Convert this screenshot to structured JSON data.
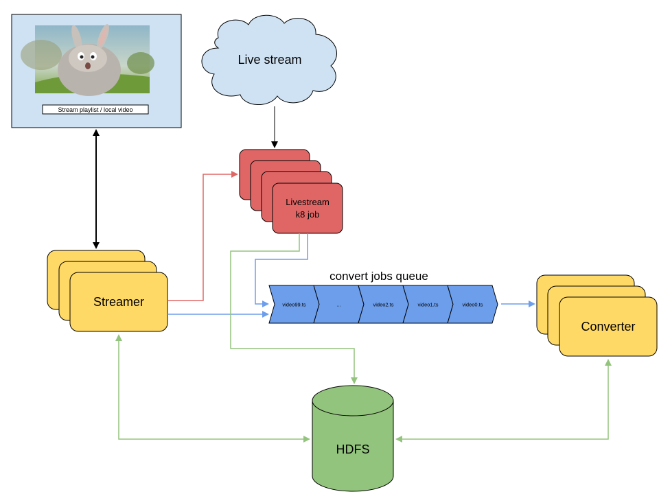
{
  "player": {
    "caption": "Stream playlist / local video"
  },
  "live_stream": {
    "label": "Live stream"
  },
  "livestream_job": {
    "line1": "Livestream",
    "line2": "k8 job"
  },
  "streamer": {
    "label": "Streamer"
  },
  "queue": {
    "title": "convert jobs queue",
    "items": [
      "video99.ts",
      "...",
      "video2.ts",
      "video1.ts",
      "video0.ts"
    ]
  },
  "converter": {
    "label": "Converter"
  },
  "hdfs": {
    "label": "HDFS"
  },
  "colors": {
    "panel_fill": "#cfe2f3",
    "cloud_fill": "#cfe2f3",
    "job_fill": "#e06666",
    "node_fill": "#ffd966",
    "queue_fill": "#6d9eeb",
    "db_fill": "#93c47d",
    "arrow_red": "#e06666",
    "arrow_blue": "#6d9eeb",
    "arrow_green": "#93c47d",
    "arrow_black": "#000000"
  }
}
